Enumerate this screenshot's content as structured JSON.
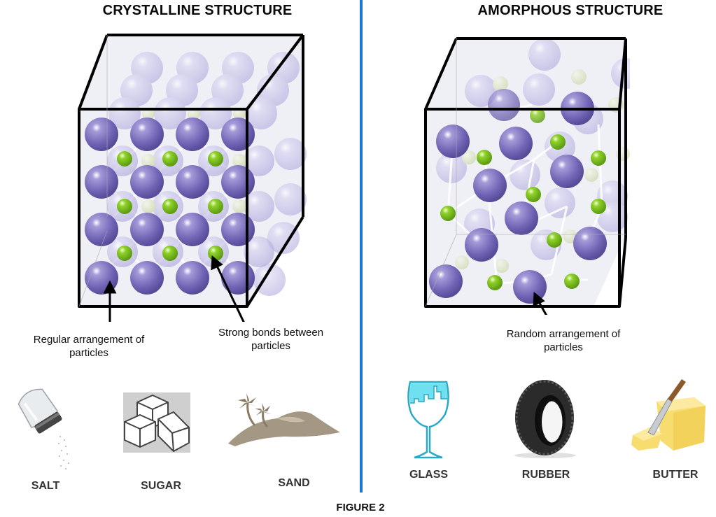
{
  "figure_caption": "FIGURE 2",
  "colors": {
    "divider": "#1976d2",
    "large_particle": "#7a6fbf",
    "small_particle": "#7cc21e",
    "cube_edge": "#000000",
    "glass": "#29a9c6",
    "butter": "#f7dc6f",
    "sand": "#a49784"
  },
  "crystalline": {
    "title": "CRYSTALLINE STRUCTURE",
    "annotations": [
      {
        "text": "Regular arrangement of particles",
        "line1": "Regular arrangement of",
        "line2": "particles"
      },
      {
        "text": "Strong bonds between particles",
        "line1": "Strong bonds between",
        "line2": "particles"
      }
    ],
    "examples": [
      {
        "label": "SALT",
        "icon": "salt-shaker-icon"
      },
      {
        "label": "SUGAR",
        "icon": "sugar-cubes-icon"
      },
      {
        "label": "SAND",
        "icon": "sand-dune-icon"
      }
    ]
  },
  "amorphous": {
    "title": "AMORPHOUS STRUCTURE",
    "annotations": [
      {
        "text": "Random arrangement of particles",
        "line1": "Random arrangement of",
        "line2": "particles"
      }
    ],
    "examples": [
      {
        "label": "GLASS",
        "icon": "wine-glass-icon"
      },
      {
        "label": "RUBBER",
        "icon": "tire-icon"
      },
      {
        "label": "BUTTER",
        "icon": "butter-icon"
      }
    ]
  }
}
